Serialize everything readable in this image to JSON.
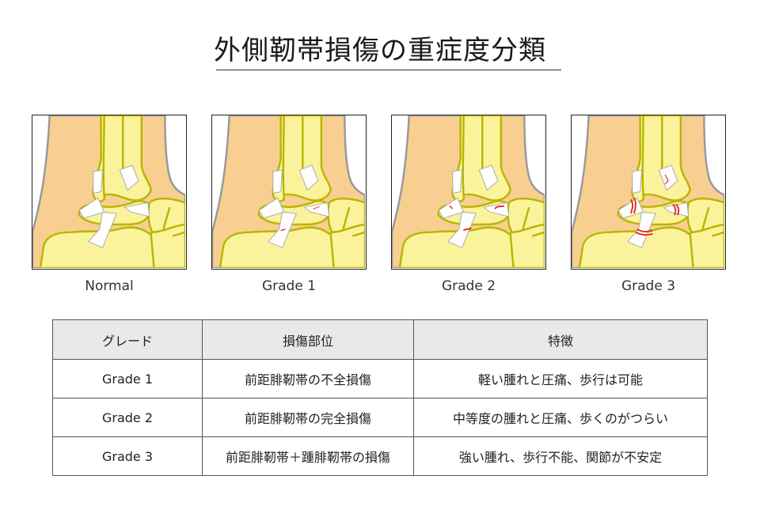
{
  "title": "外側靭帯損傷の重症度分類",
  "colors": {
    "skin": "#f8cf91",
    "bone": "#fbf39b",
    "bone_outline": "#b8b600",
    "ligament": "#ffffff",
    "tear": "#e0341a",
    "header_bg": "#e9e9e9"
  },
  "panels": [
    {
      "label": "Normal",
      "tears": 0
    },
    {
      "label": "Grade 1",
      "tears": 1
    },
    {
      "label": "Grade 2",
      "tears": 2
    },
    {
      "label": "Grade 3",
      "tears": 3
    }
  ],
  "table": {
    "headers": [
      "グレード",
      "損傷部位",
      "特徴"
    ],
    "rows": [
      [
        "Grade 1",
        "前距腓靭帯の不全損傷",
        "軽い腫れと圧痛、歩行は可能"
      ],
      [
        "Grade 2",
        "前距腓靭帯の完全損傷",
        "中等度の腫れと圧痛、歩くのがつらい"
      ],
      [
        "Grade 3",
        "前距腓靭帯＋踵腓靭帯の損傷",
        "強い腫れ、歩行不能、関節が不安定"
      ]
    ]
  }
}
